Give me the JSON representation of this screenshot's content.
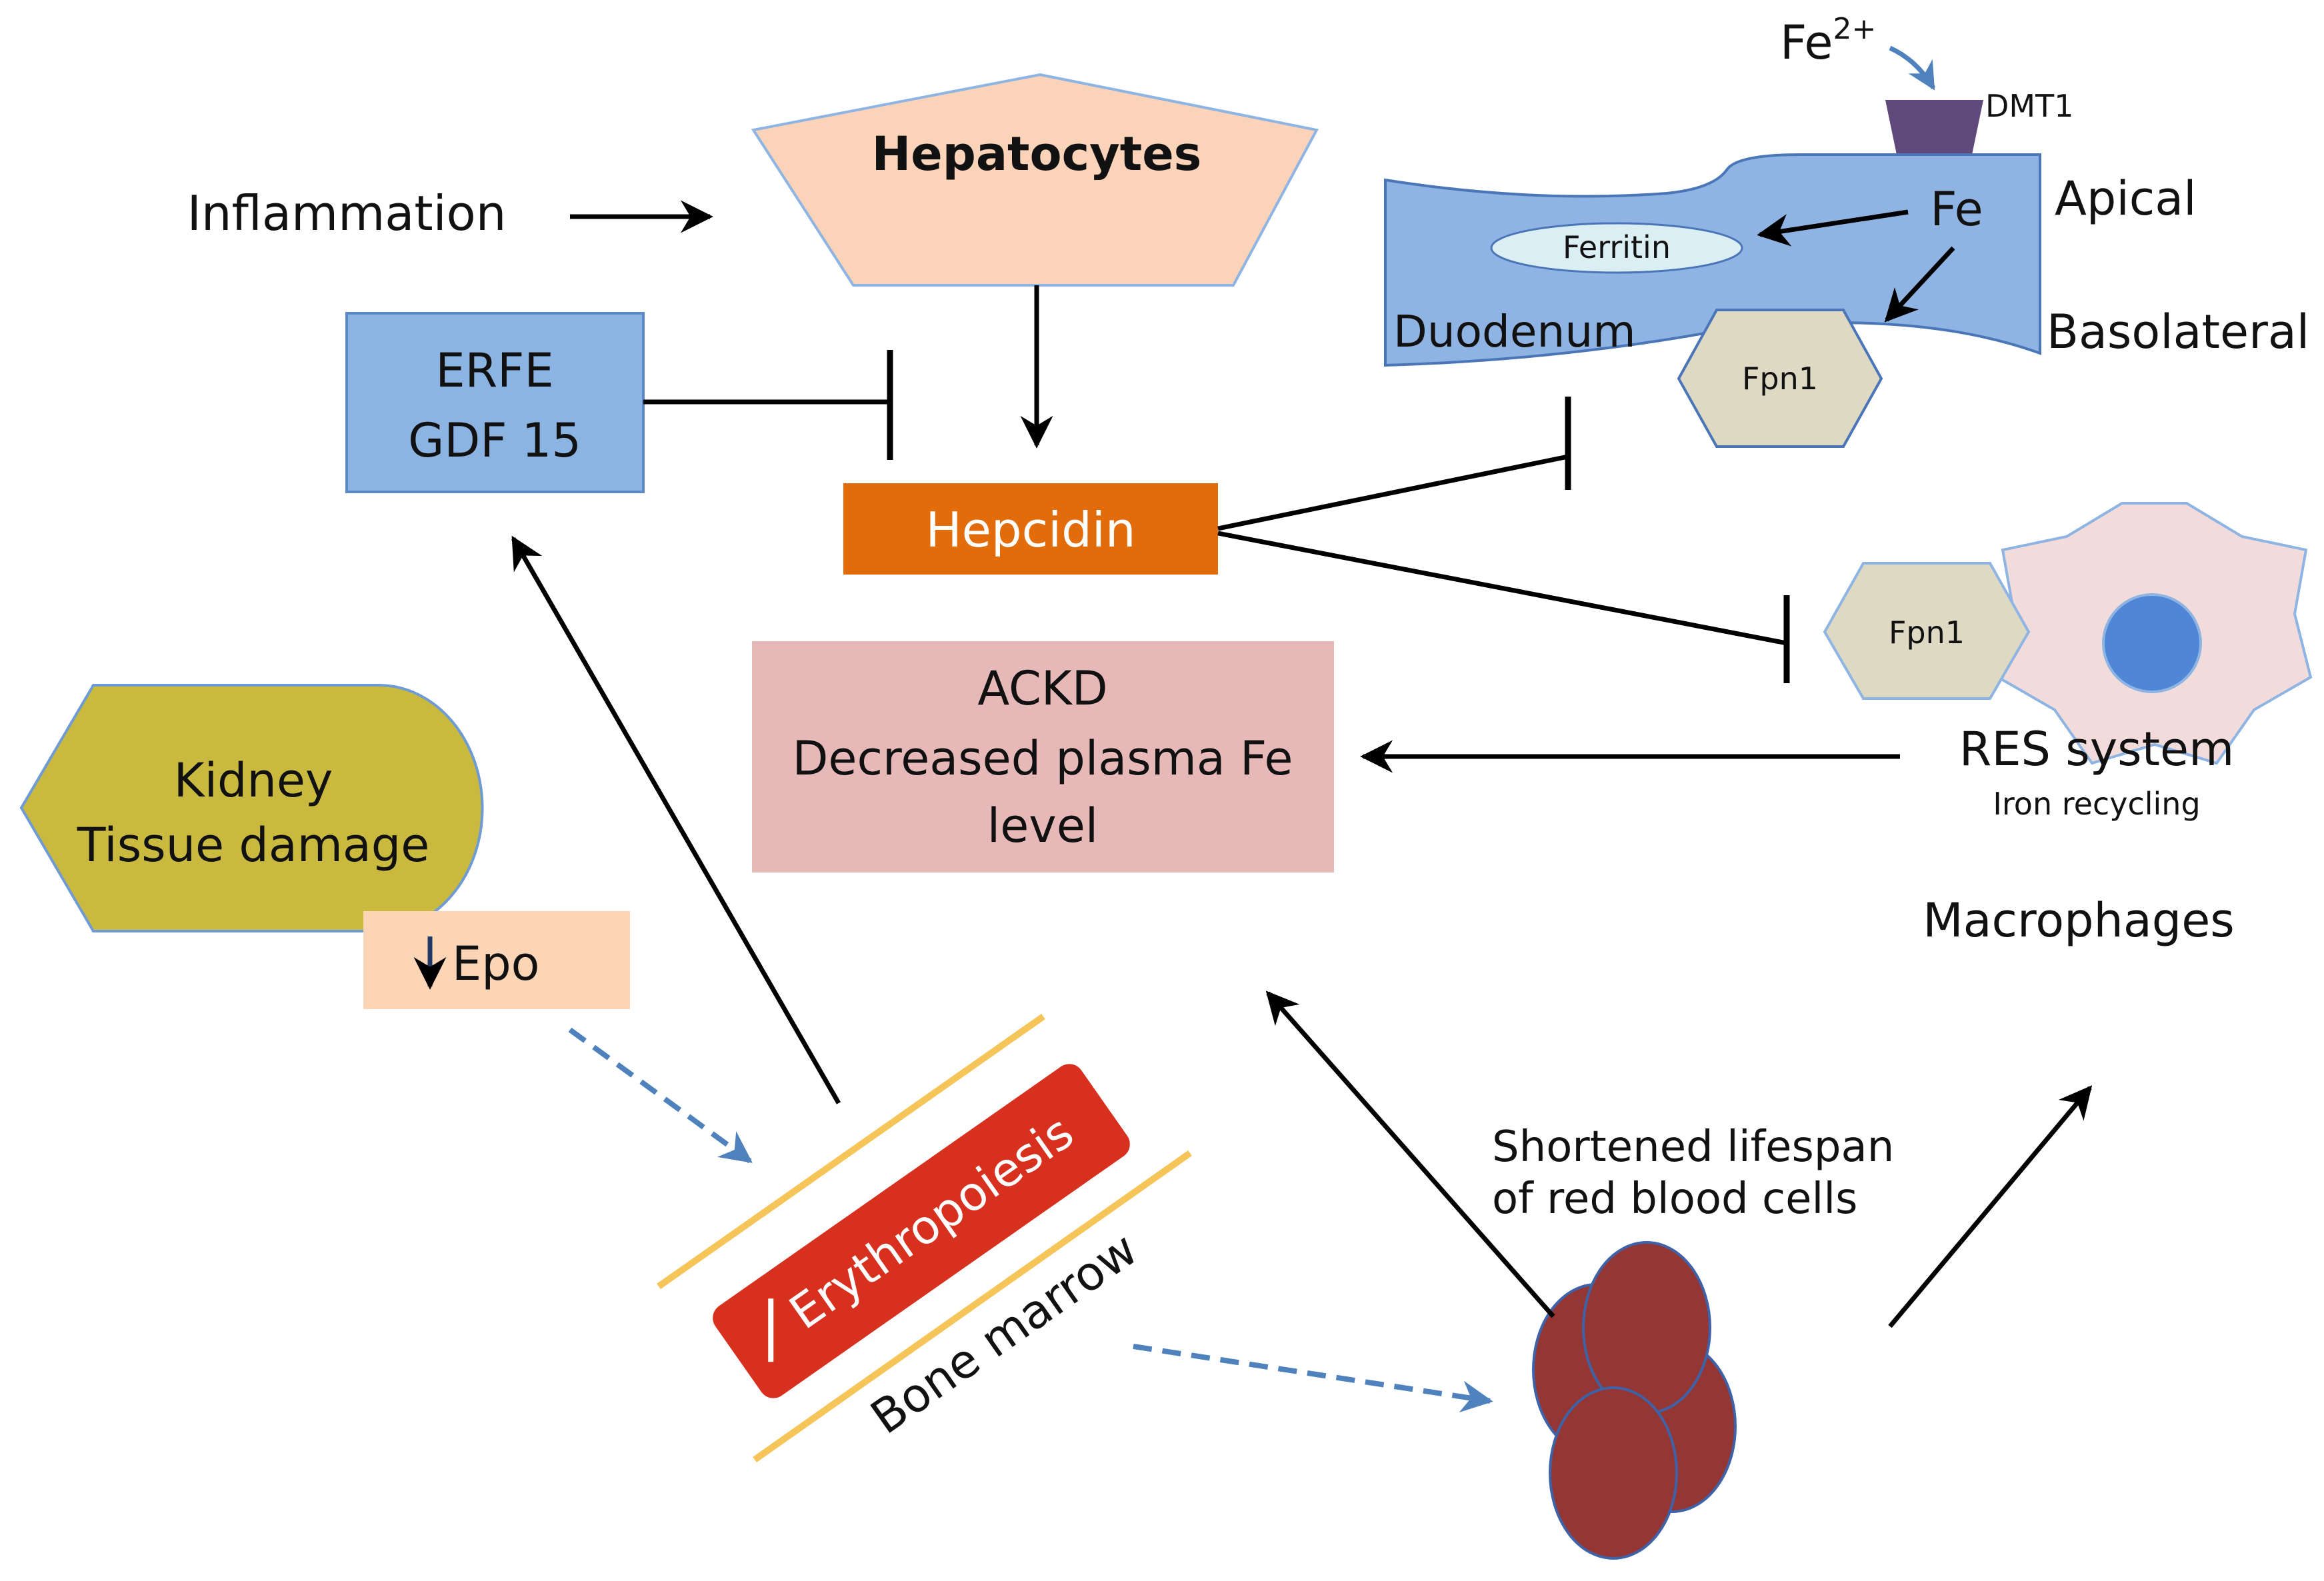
{
  "labels": {
    "inflammation": "Inflammation",
    "hepatocytes": "Hepatocytes",
    "erfe": "ERFE",
    "gdf15": "GDF 15",
    "hepcidin": "Hepcidin",
    "ackd_line1": "ACKD",
    "ackd_line2": "Decreased plasma Fe",
    "ackd_line3": "level",
    "kidney_line1": "Kidney",
    "kidney_line2": "Tissue damage",
    "epo": "Epo",
    "erythropoiesis": "Erythropoiesis",
    "bone_marrow": "Bone marrow",
    "rbc_line1": "Shortened lifespan",
    "rbc_line2": "of red blood cells",
    "fe2": "Fe",
    "fe2_sup": "2+",
    "dmt1": "DMT1",
    "fe": "Fe",
    "ferritin": "Ferritin",
    "duodenum": "Duodenum",
    "fpn1_duodenum": "Fpn1",
    "apical": "Apical",
    "basolateral": "Basolateral",
    "fpn1_macrophage": "Fpn1",
    "res_system": "RES system",
    "iron_recycling": "Iron recycling",
    "macrophages": "Macrophages"
  },
  "colors": {
    "hepatocytes_fill": "#fad3b8",
    "erfe_fill": "#8cb4e3",
    "hepcidin_fill": "#e36c0a",
    "ackd_fill": "#e6b9b8",
    "kidney_fill": "#c9b93e",
    "epo_fill": "#fbd5b6",
    "erythropoiesis_fill": "#d7301f",
    "marrow_lines": "#f5c55a",
    "duodenum_fill": "#8fb3e2",
    "ferritin_fill": "#dbeef4",
    "fpn1_fill": "#ddd9c3",
    "macrophage_fill": "#f2dcdb",
    "nucleus_fill": "#4f86d6",
    "rbc_fill": "#943634",
    "dmt1_fill": "#5f497a",
    "dashed_arrow": "#4f81bd"
  }
}
